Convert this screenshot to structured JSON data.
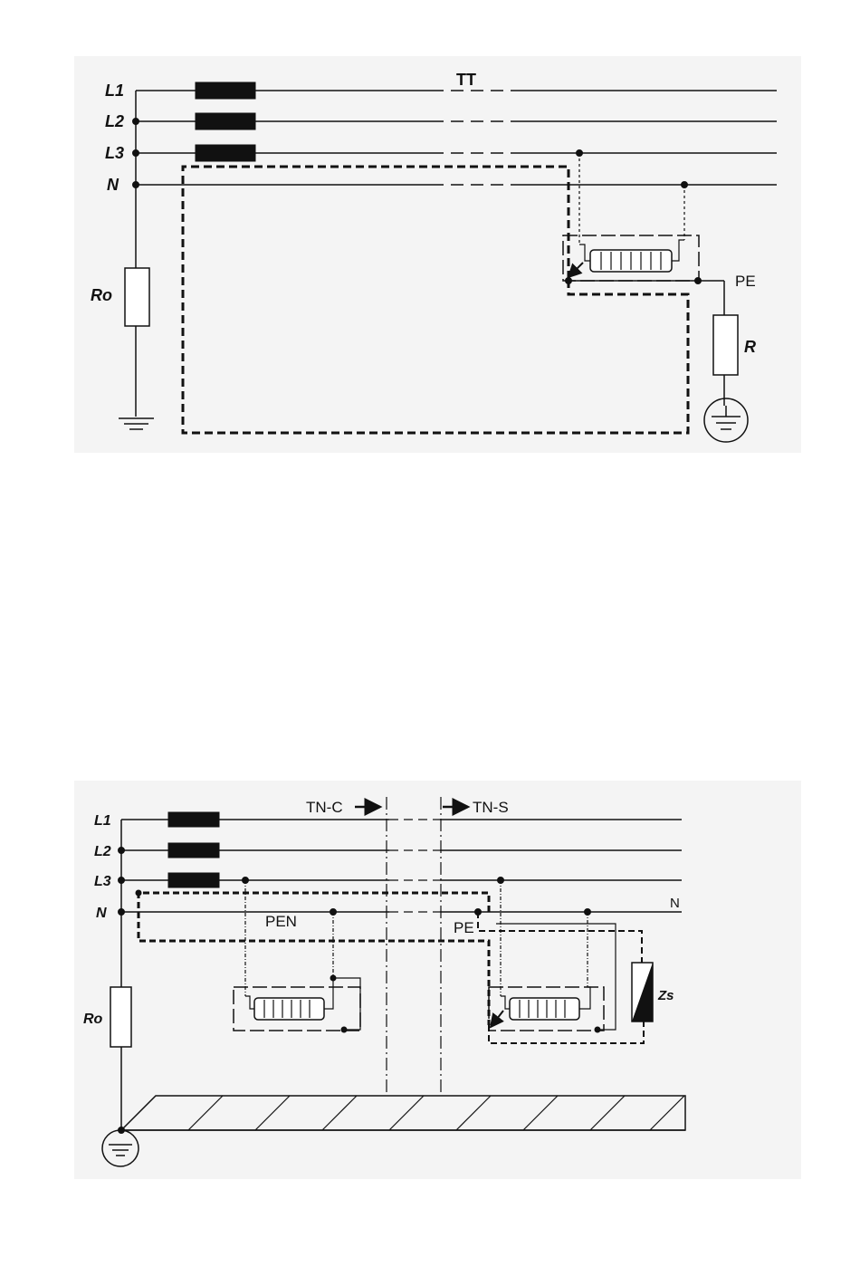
{
  "diagram_tt": {
    "system_label": "TT",
    "conductors": [
      "L1",
      "L2",
      "L3",
      "N"
    ],
    "source_resistor_label": "Ro",
    "protective_conductor_label": "PE",
    "earth_resistor_label": "R"
  },
  "diagram_tn": {
    "left_section_label": "TN-C",
    "right_section_label": "TN-S",
    "conductors": [
      "L1",
      "L2",
      "L3",
      "N"
    ],
    "neutral_right_label": "N",
    "pen_label": "PEN",
    "pe_label": "PE",
    "source_resistor_label": "Ro",
    "impedance_label": "Zs"
  },
  "colors": {
    "ink": "#111111",
    "panel": "#f4f4f4"
  }
}
